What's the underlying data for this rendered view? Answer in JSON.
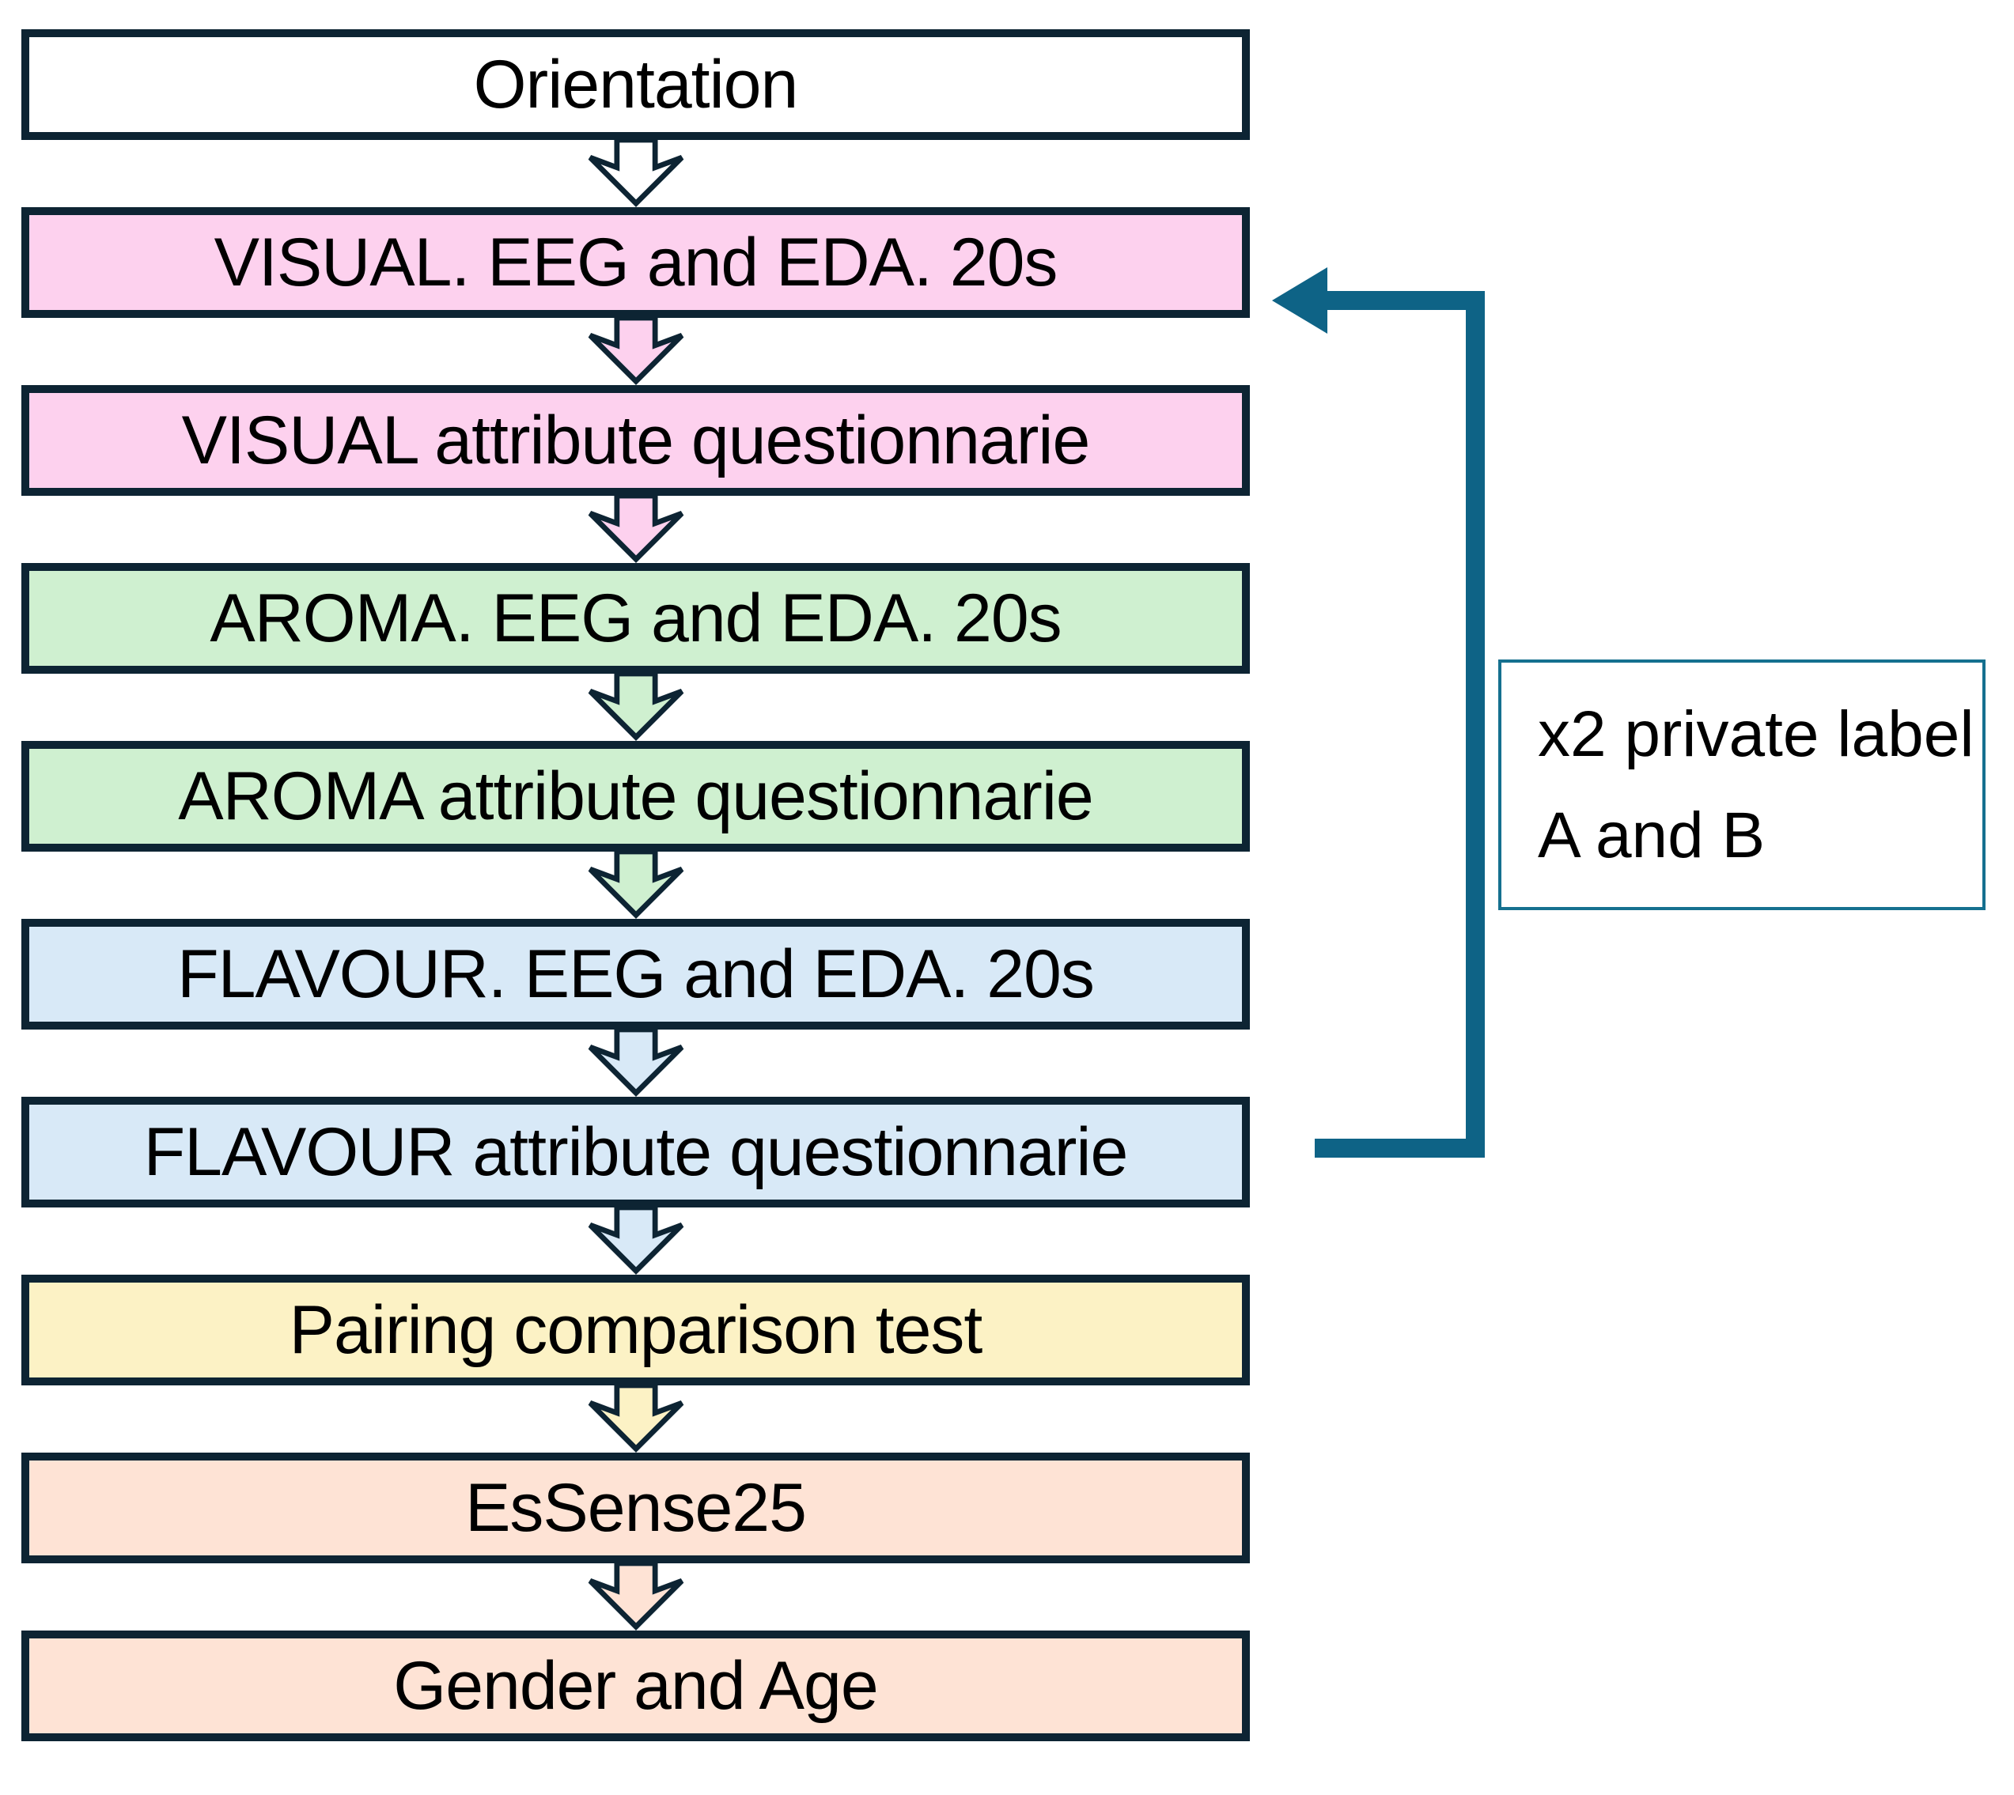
{
  "flow": {
    "boxes": [
      {
        "id": "orientation",
        "label": "Orientation",
        "fill": "#FFFFFF"
      },
      {
        "id": "visual-eeg",
        "label": "VISUAL. EEG and EDA. 20s",
        "fill": "#FDD1EE"
      },
      {
        "id": "visual-questionnaire",
        "label": "VISUAL attribute questionnarie",
        "fill": "#FDD1EE"
      },
      {
        "id": "aroma-eeg",
        "label": "AROMA. EEG and EDA. 20s",
        "fill": "#CFF0D0"
      },
      {
        "id": "aroma-questionnaire",
        "label": "AROMA attribute questionnarie",
        "fill": "#CFF0D0"
      },
      {
        "id": "flavour-eeg",
        "label": "FLAVOUR. EEG and EDA. 20s",
        "fill": "#D8E9F7"
      },
      {
        "id": "flavour-questionnaire",
        "label": "FLAVOUR attribute questionnarie",
        "fill": "#D8E9F7"
      },
      {
        "id": "pairing-comparison",
        "label": "Pairing comparison test",
        "fill": "#FCF2C5"
      },
      {
        "id": "essense25",
        "label": "EsSense25",
        "fill": "#FEE3D5"
      },
      {
        "id": "gender-age",
        "label": "Gender and Age",
        "fill": "#FEE3D5"
      }
    ],
    "outline_color": "#0D2433"
  },
  "loop": {
    "color": "#0E6386",
    "label_border_color": "#15708F",
    "label_line1": "x2 private label",
    "label_line2": "A and B"
  }
}
